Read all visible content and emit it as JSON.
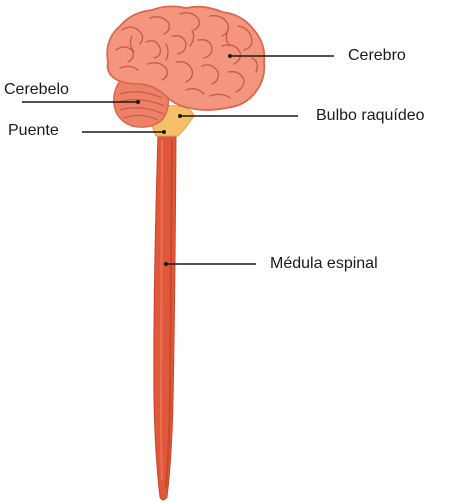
{
  "labels": {
    "cerebro": "Cerebro",
    "cerebelo": "Cerebelo",
    "puente": "Puente",
    "bulbo": "Bulbo raquídeo",
    "medula": "Médula espinal"
  },
  "colors": {
    "brain_fill": "#f4957e",
    "brain_outline": "#d9694f",
    "brain_folds": "#c85a43",
    "cerebellum_fill": "#ec8168",
    "brainstem_fill": "#f6c06a",
    "spinal_cord_fill": "#e0583b",
    "spinal_cord_shade": "#c8462b",
    "text": "#1a1a1a"
  }
}
